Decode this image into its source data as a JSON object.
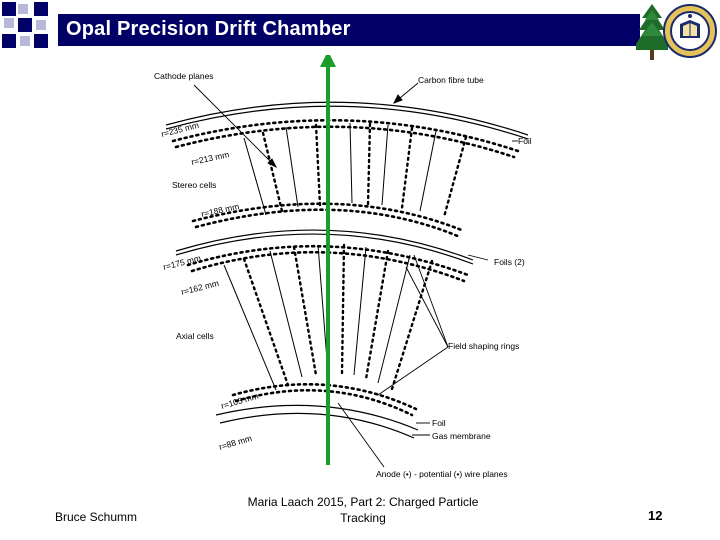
{
  "slide": {
    "title": "Opal Precision Drift Chamber",
    "page_number": "12"
  },
  "footer": {
    "author": "Bruce Schumm",
    "event_line1": "Maria Laach 2015, Part 2: Charged Particle",
    "event_line2": "Tracking"
  },
  "diagram": {
    "labels": {
      "cathode_planes": "Cathode planes",
      "carbon_fibre_tube": "Carbon fibre tube",
      "foil_top": "Foil",
      "r235": "r=235 mm",
      "r213": "r=213 mm",
      "stereo_cells": "Stereo cells",
      "r188": "r=188 mm",
      "r175": "r=175 mm",
      "foils2": "Foils (2)",
      "r162": "r=162 mm",
      "axial_cells": "Axial cells",
      "field_shaping_rings": "Field shaping rings",
      "r103": "r=103 mm",
      "foil_bottom": "Foil",
      "gas_membrane": "Gas membrane",
      "r88": "r=88 mm",
      "anode_planes": "Anode (•) - potential (•) wire planes"
    }
  },
  "colors": {
    "header_bg": "#000066",
    "accent_green": "#1a9e2a",
    "deco_dark": "#000066",
    "deco_light": "#b8b8d8"
  }
}
